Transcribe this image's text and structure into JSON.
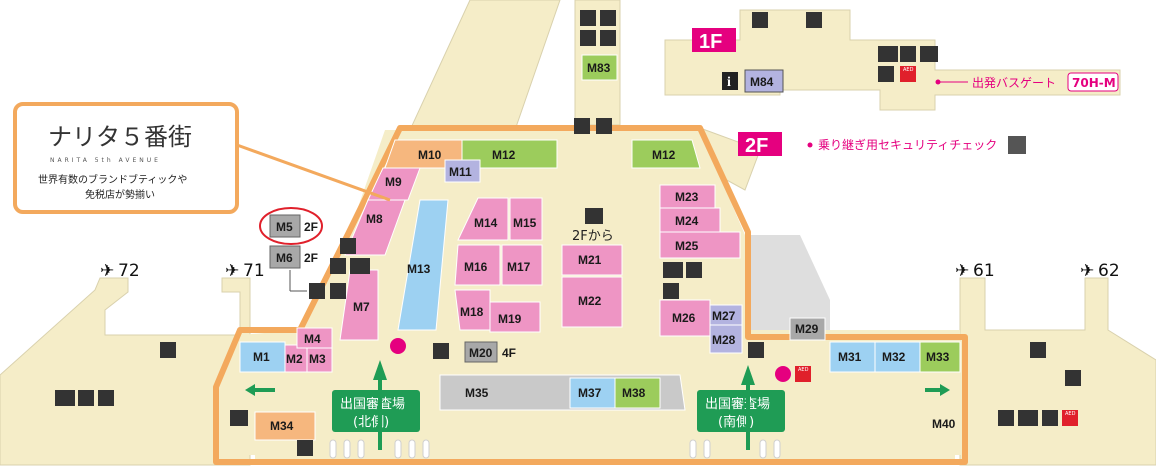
{
  "colors": {
    "corridor": "#f5edc8",
    "corridor_edge": "#d9d1ad",
    "gray_area": "#dedede",
    "orange_outline": "#f3a95d",
    "pink_shop": "#ee95c4",
    "blue_shop": "#9dd1f2",
    "green_shop": "#9ccc5c",
    "gray_shop": "#a8a8a8",
    "purple_shop": "#b3b3e0",
    "orange_shop": "#f6b77e",
    "immigration_green": "#1f9c55",
    "badge_pink": "#e5007f"
  },
  "shops": [
    {
      "id": "M1",
      "color": "blue"
    },
    {
      "id": "M2",
      "color": "pink"
    },
    {
      "id": "M3",
      "color": "pink"
    },
    {
      "id": "M4",
      "color": "pink"
    },
    {
      "id": "M5",
      "color": "gray"
    },
    {
      "id": "M6",
      "color": "gray"
    },
    {
      "id": "M7",
      "color": "pink"
    },
    {
      "id": "M8",
      "color": "pink"
    },
    {
      "id": "M9",
      "color": "pink"
    },
    {
      "id": "M10",
      "color": "orange"
    },
    {
      "id": "M11",
      "color": "purple"
    },
    {
      "id": "M12",
      "color": "green"
    },
    {
      "id": "M12",
      "color": "green"
    },
    {
      "id": "M13",
      "color": "blue"
    },
    {
      "id": "M14",
      "color": "pink"
    },
    {
      "id": "M15",
      "color": "pink"
    },
    {
      "id": "M16",
      "color": "pink"
    },
    {
      "id": "M17",
      "color": "pink"
    },
    {
      "id": "M18",
      "color": "pink"
    },
    {
      "id": "M19",
      "color": "pink"
    },
    {
      "id": "M20",
      "color": "gray"
    },
    {
      "id": "M21",
      "color": "pink"
    },
    {
      "id": "M22",
      "color": "pink"
    },
    {
      "id": "M23",
      "color": "pink"
    },
    {
      "id": "M24",
      "color": "pink"
    },
    {
      "id": "M25",
      "color": "pink"
    },
    {
      "id": "M26",
      "color": "pink"
    },
    {
      "id": "M27",
      "color": "purple"
    },
    {
      "id": "M28",
      "color": "purple"
    },
    {
      "id": "M29",
      "color": "gray"
    },
    {
      "id": "M31",
      "color": "blue"
    },
    {
      "id": "M32",
      "color": "blue"
    },
    {
      "id": "M33",
      "color": "green"
    },
    {
      "id": "M34",
      "color": "orange"
    },
    {
      "id": "M35",
      "color": "gray"
    },
    {
      "id": "M37",
      "color": "blue"
    },
    {
      "id": "M38",
      "color": "green"
    },
    {
      "id": "M40",
      "color": "none"
    },
    {
      "id": "M83",
      "color": "green"
    },
    {
      "id": "M84",
      "color": "purple"
    }
  ],
  "floor_tags": {
    "m5": "2F",
    "m6": "2F",
    "m20": "4F"
  },
  "gates": {
    "g72": "72",
    "g71": "71",
    "g61": "61",
    "g62": "62"
  },
  "floor_badges": {
    "f1": "1F",
    "f2": "2F"
  },
  "callout": {
    "title": "ナリタ５番街",
    "subtitle": "NARITA 5th AVENUE",
    "line1": "世界有数のブランドブティックや",
    "line2": "免税店が勢揃い"
  },
  "bus_gate": {
    "label": "出発バスゲート",
    "value": "70H-M"
  },
  "transfer_security": "乗り継ぎ用セキュリティチェック",
  "from_2f": "2Fから",
  "immigration": [
    {
      "line1": "出国審査場",
      "line2": "(北側)"
    },
    {
      "line1": "出国審査場",
      "line2": "(南側)"
    }
  ],
  "facility_text": {
    "aed": "AED",
    "info": "i"
  }
}
